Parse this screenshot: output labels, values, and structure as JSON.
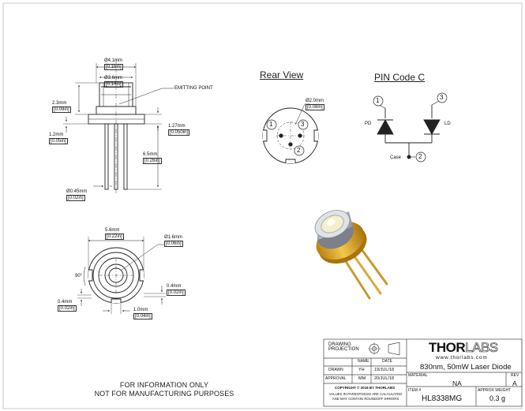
{
  "drawing": {
    "side_view": {
      "dia_outer": "Ø4.1mm",
      "dia_outer_in": "[0.16in]",
      "dia_window": "Ø3.6mm",
      "dia_window_in": "[0.14in]",
      "emitting_point": "EMITTING POINT",
      "cap_height": "2.3mm",
      "cap_height_in": "[0.09in]",
      "flange_thk": "1.27mm",
      "flange_thk_in": "[0.050in]",
      "flange_offset": "1.2mm",
      "flange_offset_in": "[0.05in]",
      "lead_length": "6.5mm",
      "lead_length_in": "[0.26in]",
      "lead_dia": "Ø0.45mm",
      "lead_dia_in": "[0.02in]"
    },
    "bottom_view": {
      "flange_dia": "5.6mm",
      "flange_dia_in": "[0.22in]",
      "window_dia": "Ø1.6mm",
      "window_dia_in": "[0.06in]",
      "angle": "90°",
      "notch_depth": "0.4mm",
      "notch_depth_in": "[0.02in]",
      "notch_left": "0.4mm",
      "notch_left_in": "[0.02in]",
      "notch_width": "1.0mm",
      "notch_width_in": "[0.04in]"
    },
    "rear_view": {
      "title": "Rear View",
      "pin_circle": "Ø2.0mm",
      "pin_circle_in": "[0.08in]",
      "pin1": "1",
      "pin2": "2",
      "pin3": "3"
    },
    "pin_code": {
      "title": "PIN Code C",
      "pd_label": "PD",
      "ld_label": "LD",
      "case_label": "Case",
      "pin1": "1",
      "pin2": "2",
      "pin3": "3"
    },
    "footer_note_line1": "FOR INFORMATION ONLY",
    "footer_note_line2": "NOT FOR MANUFACTURING PURPOSES"
  },
  "title_block": {
    "projection_label_1": "DRAWING",
    "projection_label_2": "PROJECTION",
    "col_name": "NAME",
    "col_date": "DATE",
    "drawn_label": "DRAWN",
    "drawn_name": "YH",
    "drawn_date": "19/JUL/18",
    "approval_label": "APPROVAL",
    "approval_name": "MM",
    "approval_date": "20/JUL/18",
    "copyright": "COPYRIGHT © 2018 BY THORLABS",
    "units_note_1": "VALUES IN PARENTHESIS ARE CALCULATED",
    "units_note_2": "AND MAY CONTAIN ROUNDOFF ERRORS",
    "brand_1": "THOR",
    "brand_2": "LABS",
    "website": "www.thorlabs.com",
    "description": "830nm, 50mW Laser Diode",
    "material_label": "MATERIAL",
    "material_value": "NA",
    "rev_label": "REV",
    "rev_value": "A",
    "item_label": "ITEM #",
    "item_value": "HL8338MG",
    "weight_label": "APPROX WEIGHT",
    "weight_value": "0.3 g"
  },
  "colors": {
    "line": "#222222",
    "gold": "#d89a1c",
    "gold_dark": "#a8720e",
    "silver": "#c9ccd1",
    "lens": "#f3eecc"
  }
}
